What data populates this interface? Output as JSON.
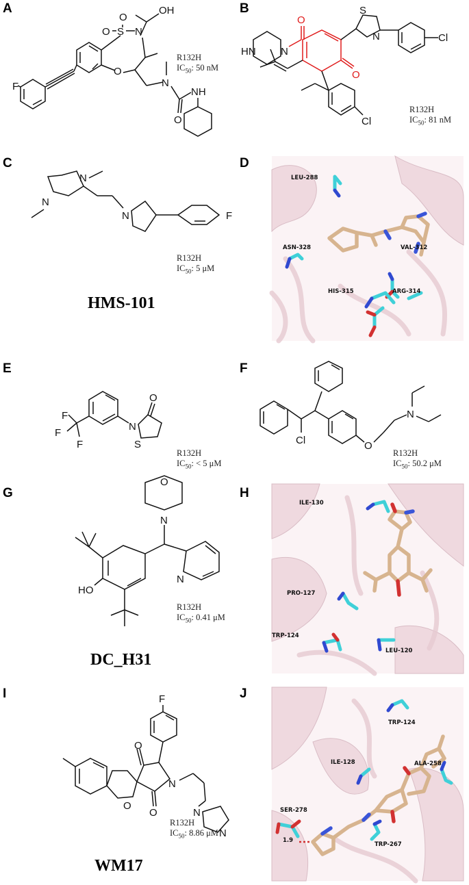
{
  "panels": [
    {
      "letter": "A",
      "mutation": "R132H",
      "ic50_label": "IC",
      "ic50_sub": "50",
      "ic50_value": ": 50 nM"
    },
    {
      "letter": "B",
      "mutation": "R132H",
      "ic50_label": "IC",
      "ic50_sub": "50",
      "ic50_value": ": 81 nM"
    },
    {
      "letter": "C",
      "mutation": "R132H",
      "ic50_label": "IC",
      "ic50_sub": "50",
      "ic50_value": ": 5 μM",
      "compound": "HMS-101"
    },
    {
      "letter": "D",
      "residues": [
        "LEU-288",
        "ASN-328",
        "VAL-312",
        "HIS-315",
        "ARG-314"
      ]
    },
    {
      "letter": "E",
      "mutation": "R132H",
      "ic50_label": "IC",
      "ic50_sub": "50",
      "ic50_value": ":  < 5 μM"
    },
    {
      "letter": "F",
      "mutation": "R132H",
      "ic50_label": "IC",
      "ic50_sub": "50",
      "ic50_value": ": 50.2 μM"
    },
    {
      "letter": "G",
      "mutation": "R132H",
      "ic50_label": "IC",
      "ic50_sub": "50",
      "ic50_value": ": 0.41 μM",
      "compound": "DC_H31"
    },
    {
      "letter": "H",
      "residues": [
        "ILE-130",
        "PRO-127",
        "TRP-124",
        "LEU-120"
      ]
    },
    {
      "letter": "I",
      "mutation": "R132H",
      "ic50_label": "IC",
      "ic50_sub": "50",
      "ic50_value": ": 8.86 μM",
      "compound": "WM17"
    },
    {
      "letter": "J",
      "residues": [
        "TRP-124",
        "ILE-128",
        "ALA-258",
        "SER-278",
        "TRP-267"
      ],
      "hbond_distance": "1.9"
    }
  ],
  "atoms": {
    "A": {
      "oh": "OH",
      "s": "S",
      "o1": "O",
      "o2": "O",
      "n1": "N",
      "o3": "O",
      "n2": "N",
      "f": "F",
      "o4": "O",
      "nh": "NH"
    },
    "B": {
      "s": "S",
      "n_thz": "N",
      "cl1": "Cl",
      "hn": "HN",
      "n_pip": "N",
      "o_amide": "O",
      "o_ketone": "O",
      "cl2": "Cl"
    },
    "C": {
      "n1": "N",
      "n2": "N",
      "n3": "N",
      "f": "F"
    },
    "E": {
      "o": "O",
      "n": "N",
      "s": "S",
      "f1": "F",
      "f2": "F",
      "f3": "F"
    },
    "F": {
      "n": "N",
      "cl": "Cl",
      "o": "O"
    },
    "G": {
      "o": "O",
      "n1": "N",
      "n2": "N",
      "ho": "HO"
    },
    "I": {
      "f": "F",
      "o1": "O",
      "o2": "O",
      "o3": "O",
      "n1": "N",
      "n2": "N",
      "n3": "N"
    }
  }
}
